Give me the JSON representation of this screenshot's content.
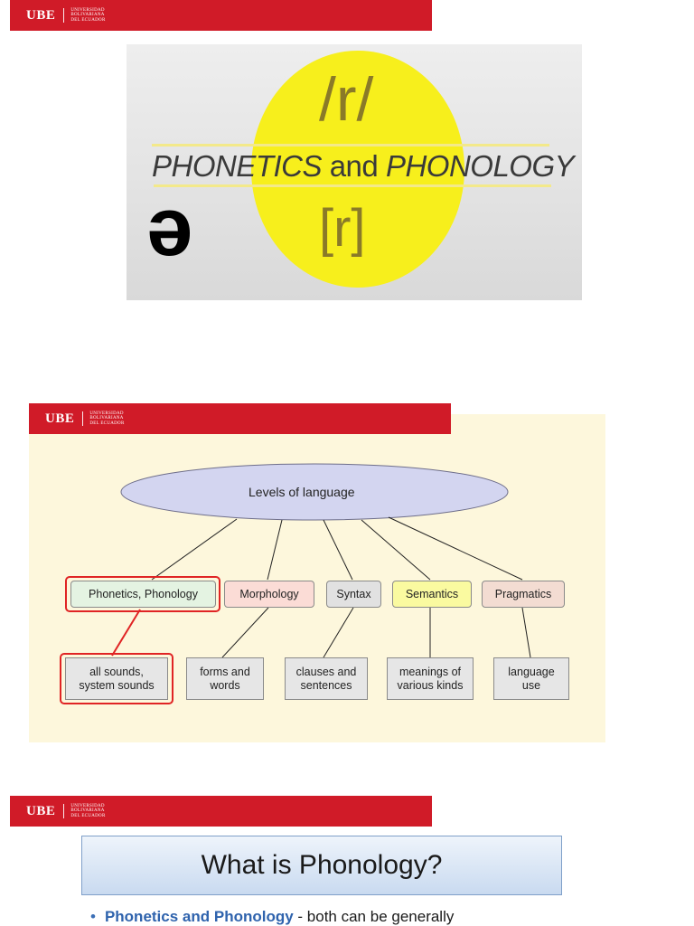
{
  "brand": {
    "logo": "UBE",
    "university_lines": [
      "UNIVERSIDAD",
      "BOLIVARIANA",
      "DEL ECUADOR"
    ],
    "bar_color": "#d01b28"
  },
  "slide1": {
    "symbol_top": "/r/",
    "title_part1": "PHONETICS",
    "title_and": "and",
    "title_part2": "PHONOLOGY",
    "symbol_bottom": "[r]",
    "schwa": "ə",
    "sun_color": "#f7ef1c"
  },
  "slide2": {
    "root": "Levels of language",
    "levels": [
      {
        "label": "Phonetics, Phonology",
        "color": "#e4f3e2",
        "child_lines": [
          "all sounds,",
          "system sounds"
        ]
      },
      {
        "label": "Morphology",
        "color": "#fbdcd6",
        "child_lines": [
          "forms and",
          "words"
        ]
      },
      {
        "label": "Syntax",
        "color": "#e1e1e1",
        "child_lines": [
          "clauses and",
          "sentences"
        ]
      },
      {
        "label": "Semantics",
        "color": "#fafaa0",
        "child_lines": [
          "meanings of",
          "various kinds"
        ]
      },
      {
        "label": "Pragmatics",
        "color": "#f3dcd2",
        "child_lines": [
          "language",
          "use"
        ]
      }
    ],
    "highlight_color": "#e02424"
  },
  "slide3": {
    "title": "What is Phonology?",
    "bullet_bold": "Phonetics and Phonology",
    "bullet_rest": " - both can be generally"
  }
}
